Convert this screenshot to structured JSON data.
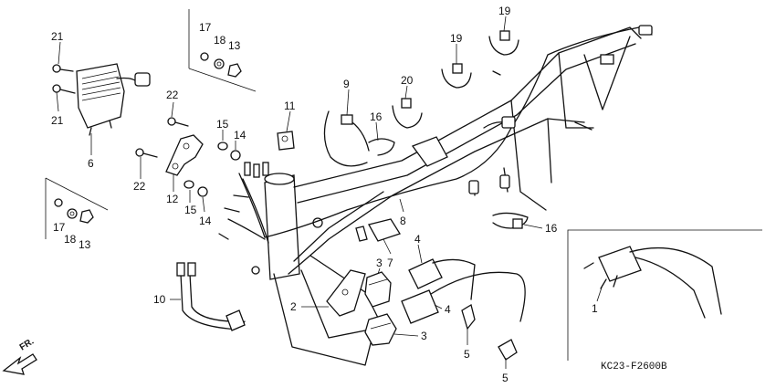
{
  "diagram_code": "KC23-F2600B",
  "direction_label": "FR.",
  "callouts": [
    {
      "id": "c-21a",
      "text": "21"
    },
    {
      "id": "c-21b",
      "text": "21"
    },
    {
      "id": "c-6",
      "text": "6"
    },
    {
      "id": "c-17a",
      "text": "17"
    },
    {
      "id": "c-18a",
      "text": "18"
    },
    {
      "id": "c-13a",
      "text": "13"
    },
    {
      "id": "c-22a",
      "text": "22"
    },
    {
      "id": "c-22b",
      "text": "22"
    },
    {
      "id": "c-15a",
      "text": "15"
    },
    {
      "id": "c-14a",
      "text": "14"
    },
    {
      "id": "c-12",
      "text": "12"
    },
    {
      "id": "c-15b",
      "text": "15"
    },
    {
      "id": "c-14b",
      "text": "14"
    },
    {
      "id": "c-17b",
      "text": "17"
    },
    {
      "id": "c-18b",
      "text": "18"
    },
    {
      "id": "c-13b",
      "text": "13"
    },
    {
      "id": "c-11",
      "text": "11"
    },
    {
      "id": "c-9",
      "text": "9"
    },
    {
      "id": "c-16a",
      "text": "16"
    },
    {
      "id": "c-20",
      "text": "20"
    },
    {
      "id": "c-19a",
      "text": "19"
    },
    {
      "id": "c-19b",
      "text": "19"
    },
    {
      "id": "c-16b",
      "text": "16"
    },
    {
      "id": "c-8",
      "text": "8"
    },
    {
      "id": "c-7",
      "text": "7"
    },
    {
      "id": "c-4a",
      "text": "4"
    },
    {
      "id": "c-4b",
      "text": "4"
    },
    {
      "id": "c-3a",
      "text": "3"
    },
    {
      "id": "c-3b",
      "text": "3"
    },
    {
      "id": "c-2",
      "text": "2"
    },
    {
      "id": "c-10",
      "text": "10"
    },
    {
      "id": "c-5a",
      "text": "5"
    },
    {
      "id": "c-5b",
      "text": "5"
    },
    {
      "id": "c-1",
      "text": "1"
    }
  ]
}
